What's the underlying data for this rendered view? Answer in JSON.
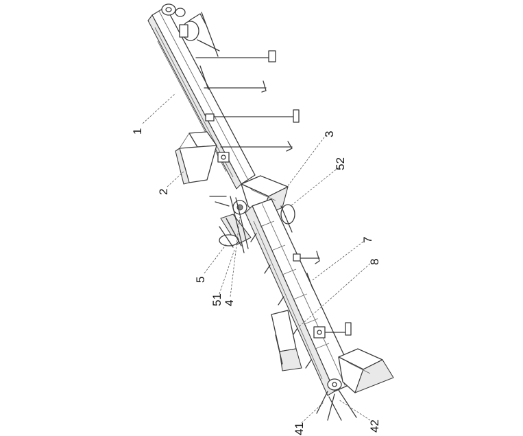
{
  "labels": {
    "l1": "1",
    "l2": "2",
    "l3": "3",
    "l52": "52",
    "l7": "7",
    "l8": "8",
    "l5": "5",
    "l51": "51",
    "l4": "4",
    "l41": "41",
    "l42": "42"
  }
}
